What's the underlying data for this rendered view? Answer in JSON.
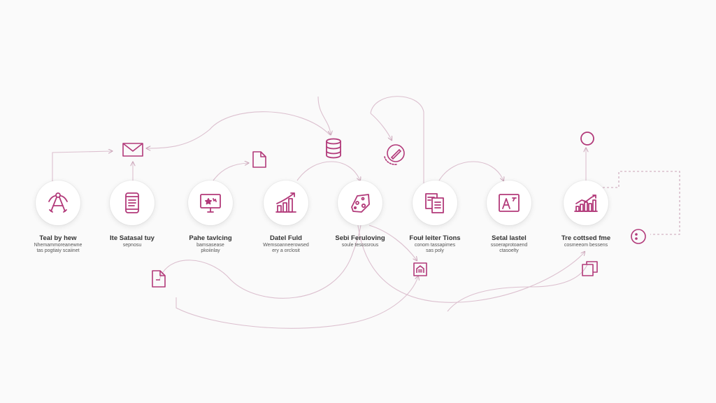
{
  "accent": "#b23a7a",
  "connector_color": "#d9b7c9",
  "steps": [
    {
      "title": "Teal by hew",
      "lines": [
        "Nhemammoreanewne",
        "tas pogtiaiy scaiinet"
      ],
      "icon": "compass-icon"
    },
    {
      "title": "Ite Satasal tuy",
      "lines": [
        "sepnosu"
      ],
      "icon": "smartphone-icon"
    },
    {
      "title": "Pahe tavlcing",
      "lines": [
        "bamsasease",
        "pkoiinlay"
      ],
      "icon": "monitor-star-icon"
    },
    {
      "title": "Datel Fuld",
      "lines": [
        "Wemsoanneerowsed",
        "ery a orclosit"
      ],
      "icon": "growth-chart-icon"
    },
    {
      "title": "Sebi Feruloving",
      "lines": [
        "soule tesossrous"
      ],
      "icon": "cheese-icon"
    },
    {
      "title": "Fouł leiter Tions",
      "lines": [
        "conom tassapimes",
        "sas poly"
      ],
      "icon": "documents-icon"
    },
    {
      "title": "Setal lastel",
      "lines": [
        "ssoeraprotoaend",
        "ctasoelty"
      ],
      "icon": "letter-a-icon"
    },
    {
      "title": "Tre cottsed fme",
      "lines": [
        "cosmeeom bessens"
      ],
      "icon": "bar-chart-icon"
    }
  ],
  "floating_icons": [
    "envelope-icon",
    "file-icon",
    "database-icon",
    "pencil-icon",
    "circle-icon",
    "dots-icon",
    "small-file-icon",
    "building-icon",
    "copy-icon"
  ]
}
